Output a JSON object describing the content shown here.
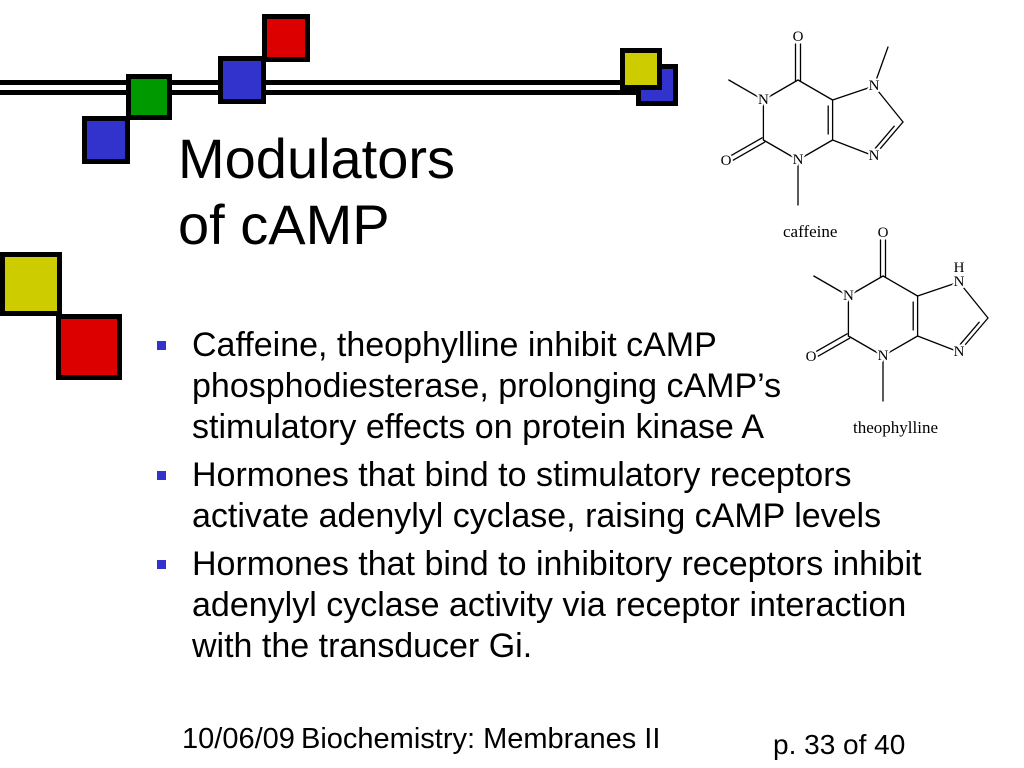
{
  "slide": {
    "title_lines": [
      "Modulators",
      "of cAMP"
    ],
    "bullets": [
      {
        "lines": [
          "Caffeine, theophylline inhibit cAMP",
          "phosphodiesterase, prolonging cAMP’s",
          "stimulatory effects on protein kinase A"
        ]
      },
      {
        "lines": [
          "Hormones that bind to stimulatory receptors",
          "activate adenylyl cyclase, raising cAMP levels"
        ]
      },
      {
        "lines": [
          "Hormones that bind to inhibitory receptors inhibit",
          "adenylyl cyclase activity via receptor interaction",
          "with the transducer Gi."
        ]
      }
    ],
    "structures": {
      "caffeine": {
        "name": "caffeine",
        "atoms": [
          "O",
          "N",
          "N",
          "O",
          "N",
          "N"
        ]
      },
      "theophylline": {
        "name": "theophylline",
        "atoms": [
          "O",
          "H",
          "N",
          "N",
          "N",
          "O",
          "N"
        ]
      }
    }
  },
  "footer": {
    "date": "10/06/09",
    "course": "Biochemistry: Membranes II",
    "page": "p. 33 of 40"
  },
  "theme": {
    "red": "#dd0000",
    "blue": "#3232cc",
    "green": "#009900",
    "yellow": "#cccc00",
    "bullet": "#3232cc"
  }
}
